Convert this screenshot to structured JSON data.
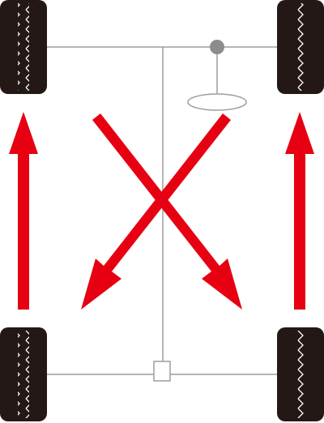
{
  "diagram": {
    "kind": "tire-rotation-pattern",
    "colors": {
      "tire": "#231815",
      "tread": "#ffffff",
      "chassis": "#9e9e9e",
      "arrow": "#e60012",
      "steering_knob": "#8c8c8c"
    },
    "tires": [
      {
        "id": "front-left"
      },
      {
        "id": "front-right"
      },
      {
        "id": "rear-left"
      },
      {
        "id": "rear-right"
      }
    ],
    "arrows": [
      {
        "id": "rear-left-to-front-left",
        "direction": "up"
      },
      {
        "id": "rear-right-to-front-right",
        "direction": "up"
      },
      {
        "id": "front-left-to-rear-right",
        "direction": "down-right"
      },
      {
        "id": "front-right-to-rear-left",
        "direction": "down-left"
      }
    ]
  }
}
